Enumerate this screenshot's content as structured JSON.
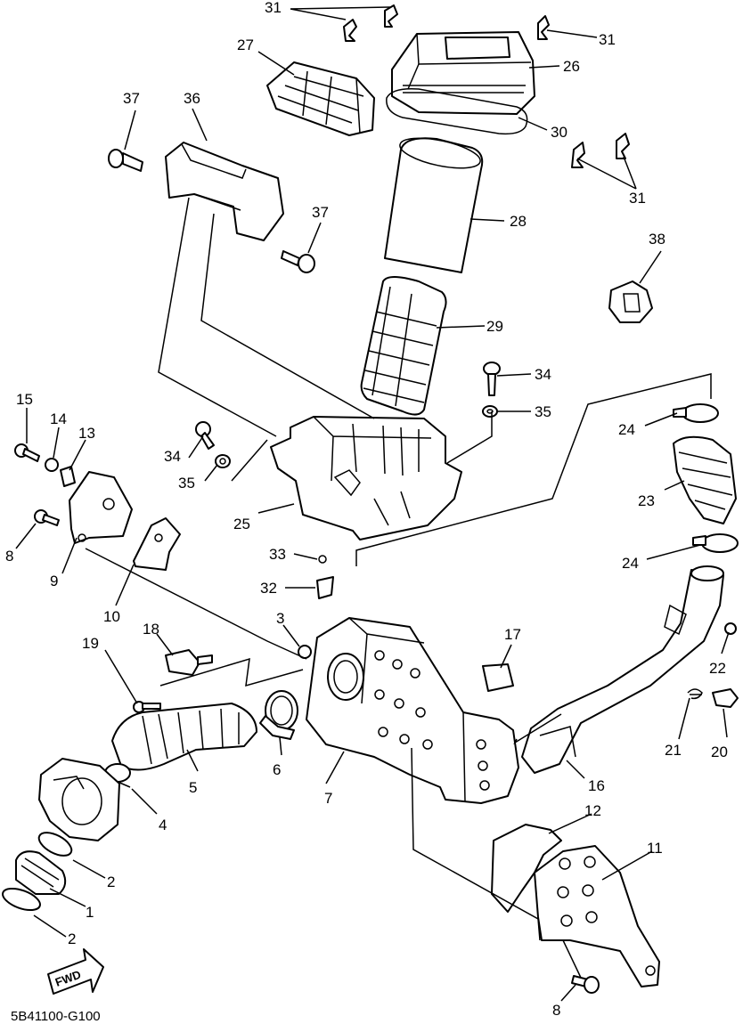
{
  "diagram": {
    "code": "5B41100-G100",
    "fwd_label": "FWD",
    "callouts": [
      "31",
      "31",
      "31",
      "27",
      "26",
      "30",
      "37",
      "36",
      "37",
      "28",
      "38",
      "29",
      "34",
      "35",
      "24",
      "15",
      "14",
      "13",
      "34",
      "35",
      "25",
      "23",
      "8",
      "9",
      "24",
      "33",
      "32",
      "10",
      "3",
      "18",
      "19",
      "17",
      "22",
      "5",
      "6",
      "7",
      "21",
      "20",
      "16",
      "4",
      "12",
      "11",
      "2",
      "1",
      "2",
      "8"
    ]
  }
}
